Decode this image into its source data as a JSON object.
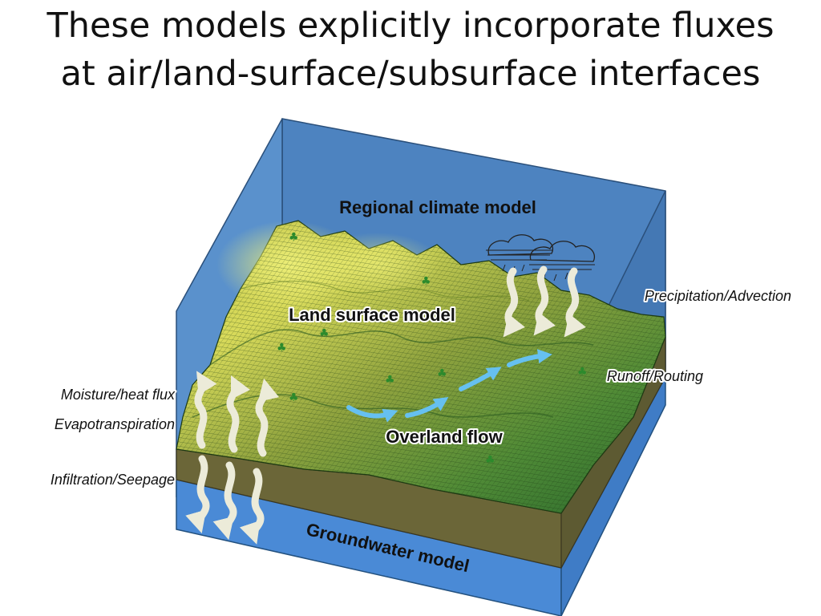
{
  "title": {
    "line1": "These models explicitly incorporate fluxes",
    "line2": "at air/land-surface/subsurface interfaces"
  },
  "diagram": {
    "labels": {
      "regional_climate": "Regional climate model",
      "land_surface": "Land surface model",
      "overland_flow": "Overland flow",
      "groundwater": "Groundwater model",
      "precipitation": "Precipitation/Advection",
      "runoff": "Runoff/Routing",
      "moisture": "Moisture/heat flux",
      "evapotranspiration": "Evapotranspiration",
      "infiltration": "Infiltration/Seepage"
    },
    "colors": {
      "atmosphere": "#4d83c0",
      "groundwater": "#4a8ad6",
      "soil": "#6b6638",
      "terrain_light": "#d9dc57",
      "terrain_dark": "#2f6b2b",
      "flow_arrow": "#66c0f0",
      "flux_arrow": "#ecebd9"
    }
  }
}
